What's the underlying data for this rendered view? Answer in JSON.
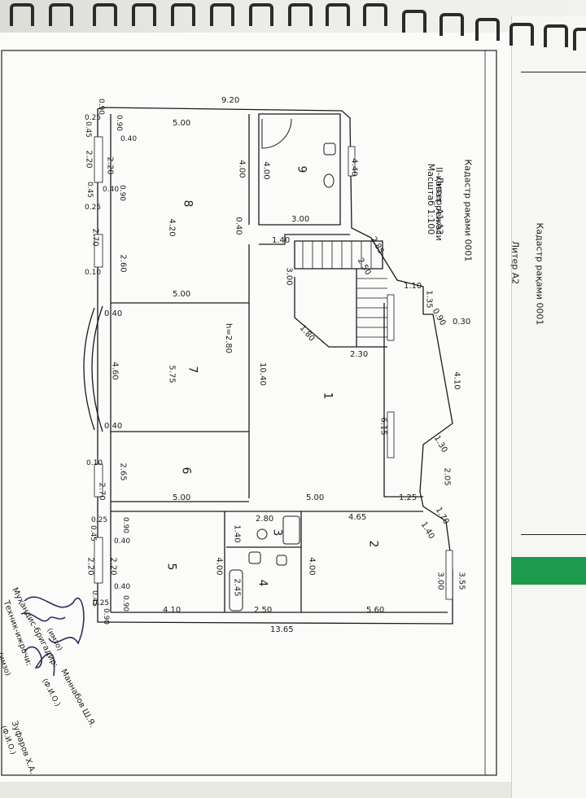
{
  "header": {
    "cadastre": "Кадастр рақами 0001",
    "liter": "Литер А1,А3",
    "floor": "II-қават режаси",
    "scale": "Масштаб 1:100"
  },
  "page2": {
    "cadastre": "Кадастр рақами 0001",
    "liter": "Литер А2"
  },
  "rooms": {
    "r1": "1",
    "r2": "2",
    "r3": "3",
    "r4": "4",
    "r5": "5",
    "r6": "6",
    "r7": "7",
    "r8": "8",
    "r9": "9",
    "r7_area": "5.75",
    "r7_height": "h=2.80",
    "r8_area": "4.20"
  },
  "dims": {
    "d920": "9.20",
    "d500a": "5.00",
    "d400a": "4.00",
    "d400b": "4.00",
    "d440": "4.40",
    "d300a": "3.00",
    "d090a": "0.90",
    "d025a": "0.25",
    "d090b": "0.90",
    "d040a": "0.40",
    "d045a": "0.45",
    "d220a": "2.20",
    "d220b": "2.20",
    "d045b": "0.45",
    "d040b": "0.40",
    "d090c": "0.90",
    "d025b": "0.25",
    "d270a": "2.70",
    "d260": "2.60",
    "d010a": "0.10",
    "d040c": "0.40",
    "d140a": "1.40",
    "d285": "2.85",
    "d250": "2.50",
    "d300b": "3.00",
    "d110": "1.10",
    "d135": "1.35",
    "d090d": "0.90",
    "d030": "0.30",
    "d500b": "5.00",
    "d040d": "0.40",
    "d180": "1.80",
    "d230": "2.30",
    "d1040": "10.40",
    "d410a": "4.10",
    "d460": "4.60",
    "d040e": "0.40",
    "d615": "6.15",
    "d130": "1.30",
    "d205": "2.05",
    "d010b": "0.10",
    "d265": "2.65",
    "d270b": "2.70",
    "d500c": "5.00",
    "d500d": "5.00",
    "d125": "1.25",
    "d170": "1.70",
    "d465": "4.65",
    "d140b": "1.40",
    "d280": "2.80",
    "d140c": "1.40",
    "d025c": "0.25",
    "d090e": "0.90",
    "d045c": "0.45",
    "d040f": "0.40",
    "d400c": "4.00",
    "d400d": "4.00",
    "d300c": "3.00",
    "d355": "3.55",
    "d220c": "2.20",
    "d220d": "2.20",
    "d040g": "0.40",
    "d090f": "0.90",
    "d045d": "0.45",
    "d025d": "0.25",
    "d090g": "0.90",
    "d245": "2.45",
    "d250b": "2.50",
    "d410b": "4.10",
    "d560": "5.60",
    "d1365": "13.65"
  },
  "signatures": {
    "engineer_label": "Муҳандис-бригадир:",
    "engineer_sign": "(имзо)",
    "engineer_name": "Маннабов Ш.Я.",
    "engineer_fio": "(Ф.И.О.)",
    "tech_label": "Техник-ижрочи:",
    "tech_sign": "(имзо)",
    "tech_name": "Зуфаров Х.А.",
    "tech_fio": "(Ф.И.О.)"
  }
}
